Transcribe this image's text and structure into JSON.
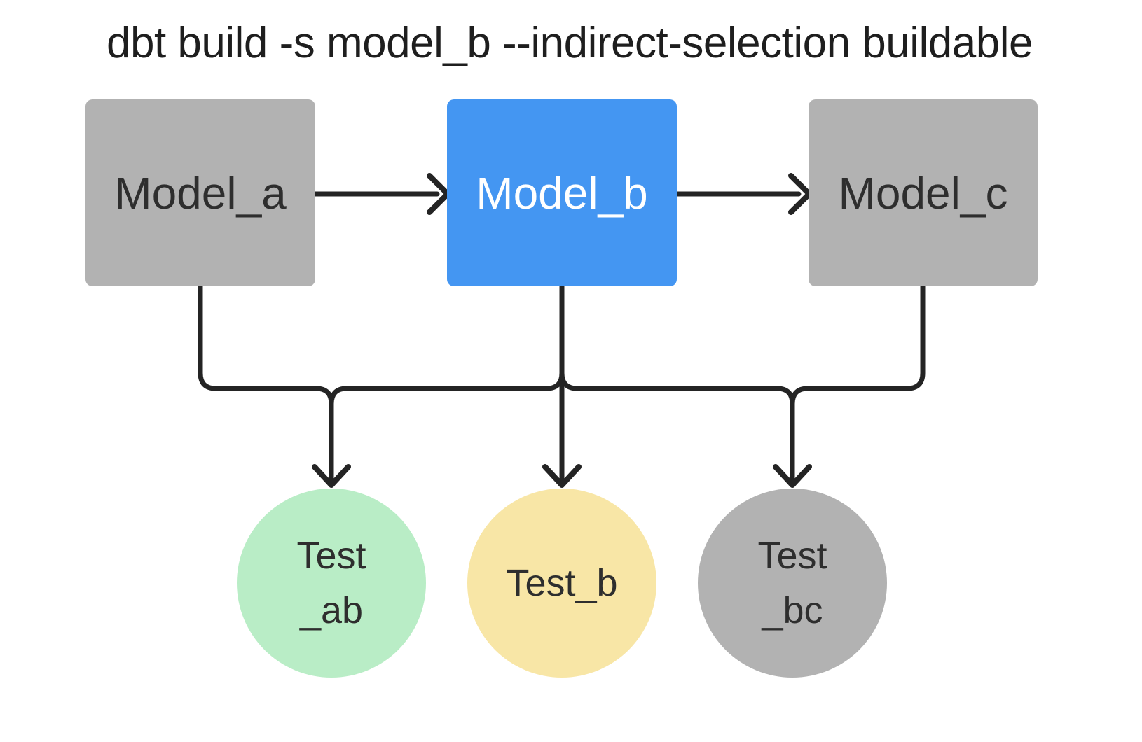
{
  "title": "dbt build -s model_b --indirect-selection buildable",
  "colors": {
    "bg": "#ffffff",
    "ink": "#1e1e1e",
    "line": "#242424",
    "node-text": "#2e2e2e",
    "text-light": "#ffffff",
    "gray": "#b2b2b2",
    "blue": "#4496f2",
    "green": "#b9edc6",
    "yellow": "#f8e6a6"
  },
  "nodes": {
    "models": [
      {
        "id": "model_a",
        "label": "Model_a",
        "state": "unselected"
      },
      {
        "id": "model_b",
        "label": "Model_b",
        "state": "selected"
      },
      {
        "id": "model_c",
        "label": "Model_c",
        "state": "unselected"
      }
    ],
    "tests": [
      {
        "id": "test_ab",
        "line1": "Test",
        "line2": "_ab",
        "state": "indirectly-selected"
      },
      {
        "id": "test_b",
        "line1": "Test_b",
        "line2": "",
        "state": "directly-attached"
      },
      {
        "id": "test_bc",
        "line1": "Test",
        "line2": "_bc",
        "state": "unselected"
      }
    ]
  },
  "edges": [
    {
      "from": "model_a",
      "to": "model_b"
    },
    {
      "from": "model_b",
      "to": "model_c"
    },
    {
      "from": "model_a",
      "to": "test_ab"
    },
    {
      "from": "model_b",
      "to": "test_ab"
    },
    {
      "from": "model_b",
      "to": "test_b"
    },
    {
      "from": "model_b",
      "to": "test_bc"
    },
    {
      "from": "model_c",
      "to": "test_bc"
    }
  ]
}
